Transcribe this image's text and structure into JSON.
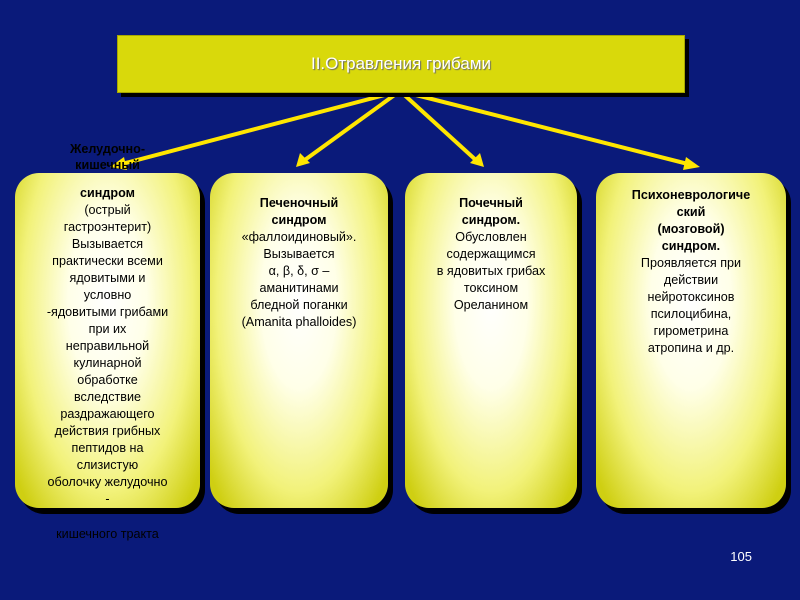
{
  "title": "II.Отравления грибами",
  "cards": [
    {
      "head": [
        "Желудочно-",
        "кишечный",
        "синдром"
      ],
      "body": [
        "(острый",
        "гастроэнтерит)",
        "Вызывается",
        "практически всеми",
        "ядовитыми и",
        "условно",
        "-ядовитыми грибами",
        "при их",
        "неправильной",
        "кулинарной",
        "обработке",
        "вследствие",
        "раздражающего",
        "действия грибных",
        "пептидов на",
        "слизистую",
        "оболочку желудочно",
        "-",
        "кишечного тракта"
      ]
    },
    {
      "head": [
        "Печеночный",
        "синдром"
      ],
      "body": [
        "«фаллоидиновый».",
        "Вызывается",
        "α, β, δ, σ –",
        "аманитинами",
        "бледной поганки",
        "(Amanita phalloides)"
      ]
    },
    {
      "head": [
        "Почечный",
        "синдром."
      ],
      "body": [
        "Обусловлен",
        "содержащимся",
        "в ядовитых грибах",
        "токсином",
        "Ореланином"
      ]
    },
    {
      "head": [
        "Психоневрологиче",
        "ский",
        "(мозговой)",
        "синдром."
      ],
      "body": [
        "Проявляется при",
        "действии",
        "нейротоксинов",
        "псилоцибина,",
        "гирометрина",
        "атропина и др."
      ]
    }
  ],
  "page_number": "105",
  "colors": {
    "background": "#0a1a7a",
    "accent": "#d9d90b",
    "arrow": "#ffe600"
  }
}
